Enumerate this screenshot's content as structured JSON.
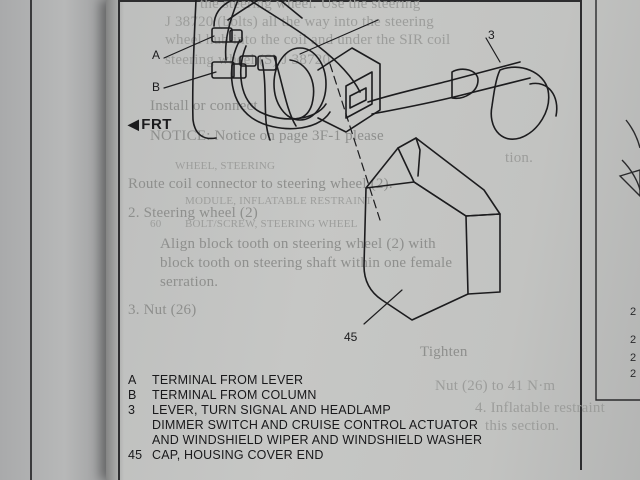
{
  "diagram": {
    "frt_label": "FRT",
    "callouts": {
      "a": "A",
      "b": "B",
      "three": "3",
      "fortyfive": "45"
    }
  },
  "legend": {
    "items": [
      {
        "key": "A",
        "lines": [
          "TERMINAL FROM LEVER"
        ]
      },
      {
        "key": "B",
        "lines": [
          "TERMINAL FROM COLUMN"
        ]
      },
      {
        "key": "3",
        "lines": [
          "LEVER, TURN SIGNAL AND HEADLAMP",
          "DIMMER SWITCH AND CRUISE CONTROL ACTUATOR",
          "AND WINDSHIELD WIPER AND WINDSHIELD WASHER"
        ]
      },
      {
        "key": "45",
        "lines": [
          "CAP, HOUSING COVER END"
        ]
      }
    ]
  },
  "bleed_text": {
    "l1": "the steering wheel. Use the steering",
    "l2": "J 38720 (bolts) all the way into the steering",
    "l3": "wheel hub into the coil and under the SIR coil",
    "l4": "steering wheel (S) J 38720",
    "l5": "Install or connect",
    "l6": "NOTICE: Notice on page 3F-1 please",
    "l7": "tion.",
    "l8": "Route coil connector to steering wheel (2).",
    "l9": "2. Steering wheel (2)",
    "l10": "Align block tooth on steering wheel (2) with",
    "l11": "block tooth on steering shaft within one female",
    "l12": "serration.",
    "l13": "3. Nut (26)",
    "l14": "Tighten",
    "l15": "Nut (26) to 41 N·m",
    "l16": "4. Inflatable restraint",
    "l17": "this section.",
    "l18": "WHEEL, STEERING",
    "l19": "MODULE, INFLATABLE RESTRAINT",
    "l20": "BOLT/SCREW, STEERING WHEEL",
    "l21": "60"
  },
  "margin_numbers": [
    "2",
    "2",
    "2",
    "2"
  ]
}
